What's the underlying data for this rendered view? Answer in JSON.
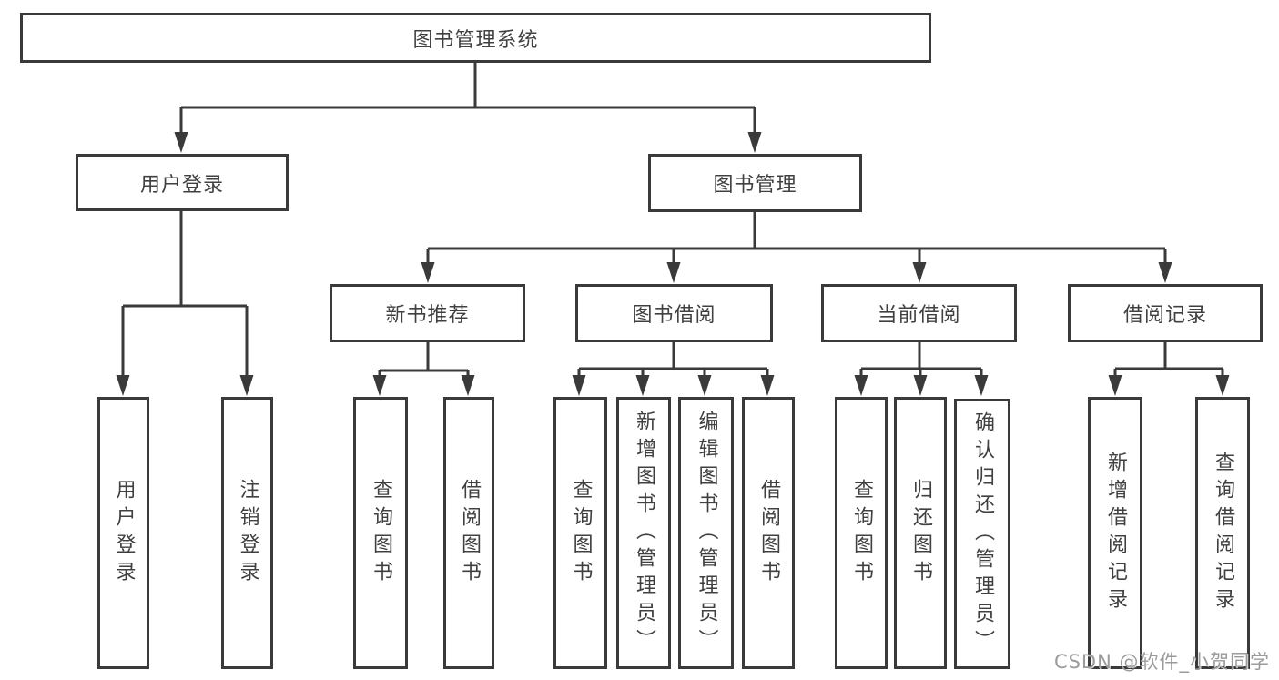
{
  "diagram": {
    "type": "hierarchy-tree",
    "tree": {
      "label": "图书管理系统",
      "children": [
        {
          "label": "用户登录",
          "children": [
            {
              "label": "用户登录"
            },
            {
              "label": "注销登录"
            }
          ]
        },
        {
          "label": "图书管理",
          "children": [
            {
              "label": "新书推荐",
              "children": [
                {
                  "label": "查询图书"
                },
                {
                  "label": "借阅图书"
                }
              ]
            },
            {
              "label": "图书借阅",
              "children": [
                {
                  "label": "查询图书"
                },
                {
                  "label": "新增图书（管理员）"
                },
                {
                  "label": "编辑图书（管理员）"
                },
                {
                  "label": "借阅图书"
                }
              ]
            },
            {
              "label": "当前借阅",
              "children": [
                {
                  "label": "查询图书"
                },
                {
                  "label": "归还图书"
                },
                {
                  "label": "确认归还（管理员）"
                }
              ]
            },
            {
              "label": "借阅记录",
              "children": [
                {
                  "label": "新增借阅记录"
                },
                {
                  "label": "查询借阅记录"
                }
              ]
            }
          ]
        }
      ]
    },
    "colors": {
      "line": "#3a3a3a",
      "text": "#404040",
      "box_background": "#ffffff"
    }
  },
  "watermark": "CSDN @软件_小贺同学"
}
